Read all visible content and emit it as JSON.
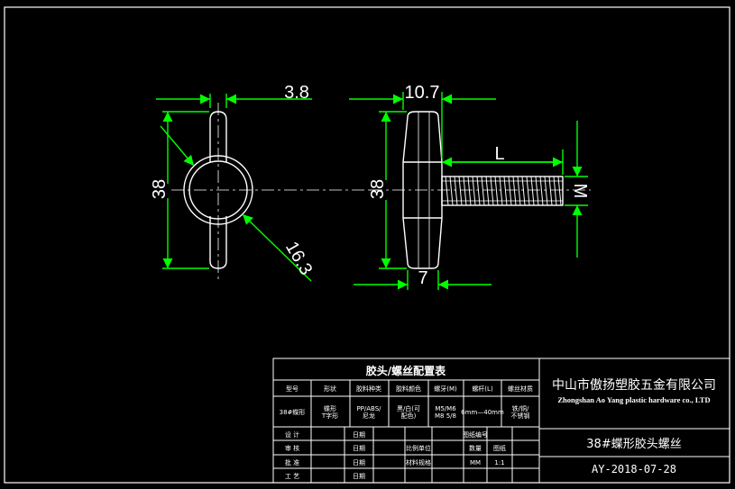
{
  "drawing": {
    "dimensions": {
      "wing_thickness": "3.8",
      "height_front": "38",
      "hub_diameter": "16.3",
      "head_width": "10.7",
      "height_side": "38",
      "screw_length": "L",
      "thread": "M",
      "neck_width": "7"
    }
  },
  "title_block": {
    "table_title": "胶头/螺丝配置表",
    "headers": [
      "型号",
      "形状",
      "胶料种类",
      "胶料颜色",
      "螺牙(M)",
      "螺杆(L)",
      "螺丝材质"
    ],
    "row": [
      "38#蝶形",
      "蝶形\nT字形",
      "PP/ABS/\n尼龙",
      "黑/白(可\n配色)",
      "M5/M6\nM8 5/8",
      "6mm—40mm",
      "铁/铜/\n不锈钢"
    ],
    "lower_labels": {
      "row1": [
        "设 计",
        "",
        "日期",
        "",
        "",
        "",
        "图纸编号",
        ""
      ],
      "row2": [
        "审 核",
        "",
        "日期",
        "",
        "比例单位",
        "",
        "数量",
        "图纸"
      ],
      "row3": [
        "批 准",
        "",
        "日期",
        "",
        "材料规格",
        "",
        "MM",
        "1:1"
      ],
      "row4": [
        "工 艺",
        "",
        "日期",
        "",
        "",
        "",
        "",
        ""
      ]
    },
    "company_cn": "中山市傲扬塑胶五金有限公司",
    "company_en": "Zhongshan Ao Yang plastic hardware co., LTD",
    "part_name": "38#蝶形胶头螺丝",
    "doc_number": "AY-2018-07-28"
  },
  "colors": {
    "background": "#000000",
    "geometry": "#ffffff",
    "dimension": "#00ff00",
    "text": "#ffffff"
  }
}
